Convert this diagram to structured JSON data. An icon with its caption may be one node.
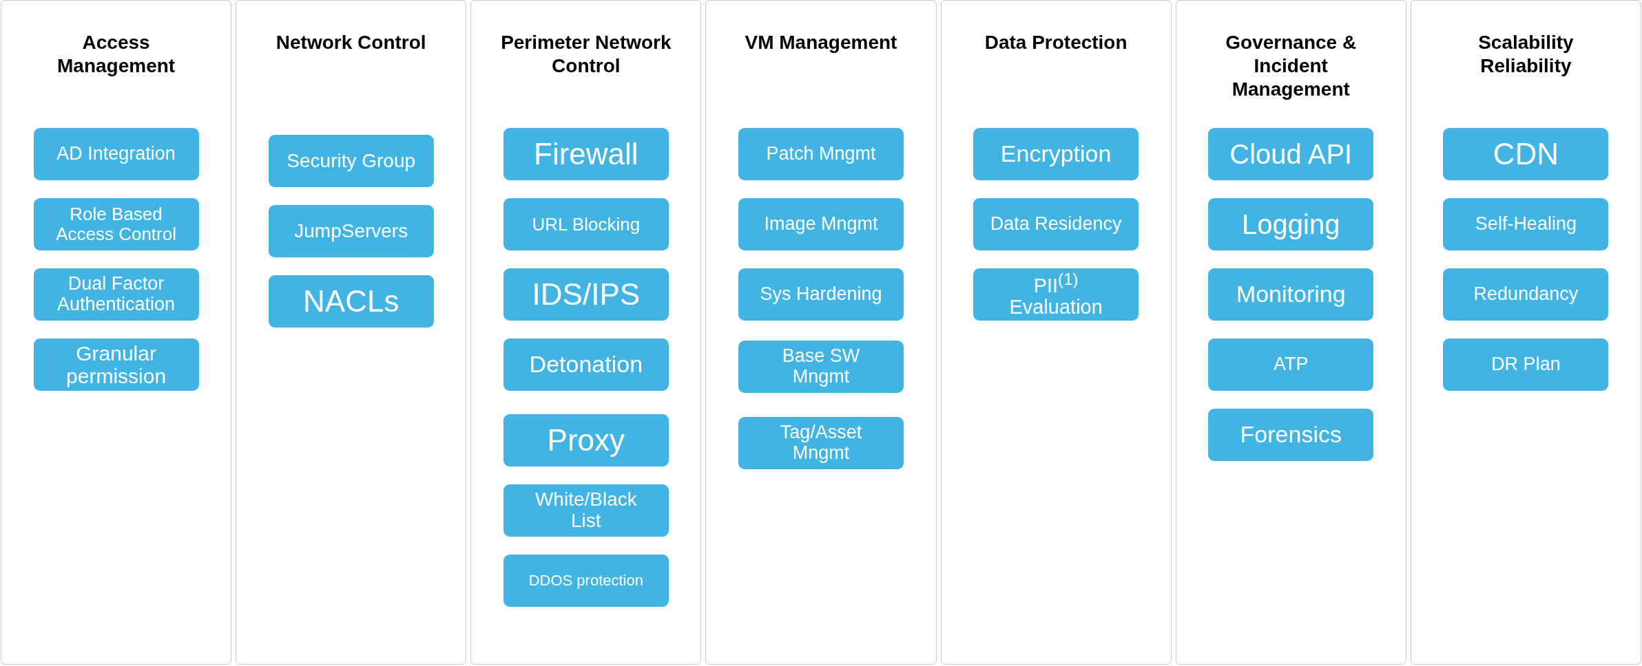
{
  "diagram": {
    "nodes": [
      {
        "text": [
          "Access Management"
        ]
      },
      {
        "text": [
          "AD Integration"
        ],
        "in": 0
      },
      {
        "text": [
          "Role Based Access Control"
        ],
        "in": 0
      },
      {
        "text": [
          "Dual Factor Authentication"
        ],
        "in": 0
      },
      {
        "text": [
          "Granular permission"
        ],
        "in": 0
      },
      {
        "text": [
          "Network Control"
        ]
      },
      {
        "text": [
          "Security Group"
        ],
        "in": 5
      },
      {
        "text": [
          "JumpServers"
        ],
        "in": 5
      },
      {
        "text": [
          "NACLs"
        ],
        "in": 5
      },
      {
        "text": [
          "Perimeter Network Control"
        ]
      },
      {
        "text": [
          "Firewall"
        ],
        "in": 9
      },
      {
        "text": [
          "URL Blocking"
        ],
        "in": 9
      },
      {
        "text": [
          "IDS/IPS"
        ],
        "in": 9
      },
      {
        "text": [
          "Detonation"
        ],
        "in": 9
      },
      {
        "text": [
          "Proxy"
        ],
        "in": 9
      },
      {
        "text": [
          "White/Black List"
        ],
        "in": 9
      },
      {
        "text": [
          "DDOS protection"
        ],
        "in": 9
      },
      {
        "text": [
          "VM Management"
        ]
      },
      {
        "text": [
          "Patch Mngmt"
        ],
        "in": 17
      },
      {
        "text": [
          "Image Mngmt"
        ],
        "in": 17
      },
      {
        "text": [
          "Sys Hardening"
        ],
        "in": 17
      },
      {
        "text": [
          "Base SW Mngmt"
        ],
        "in": 17
      },
      {
        "text": [
          "Tag/Asset Mngmt"
        ],
        "in": 17
      },
      {
        "text": [
          "Data Protection"
        ]
      },
      {
        "text": [
          "Encryption"
        ],
        "in": 23
      },
      {
        "text": [
          "Data Residency"
        ],
        "in": 23
      },
      {
        "text": [
          "PII$^{(1)}$ Evaluation"
        ],
        "in": 23
      },
      {
        "text": [
          "Governance & Incident Management"
        ]
      },
      {
        "text": [
          "Cloud API"
        ],
        "in": 27
      },
      {
        "text": [
          "Logging"
        ],
        "in": 27
      },
      {
        "text": [
          "Monitoring"
        ],
        "in": 27
      },
      {
        "text": [
          "ATP"
        ],
        "in": 27
      },
      {
        "text": [
          "Forensics"
        ],
        "in": 27
      },
      {
        "text": [
          "Scalability Reliability"
        ]
      },
      {
        "text": [
          "CDN"
        ],
        "in": 33
      },
      {
        "text": [
          "Self-Healing"
        ],
        "in": 33
      },
      {
        "text": [
          "Redundancy"
        ],
        "in": 33
      },
      {
        "text": [
          "DR Plan"
        ],
        "in": 33
      }
    ],
    "edges": []
  }
}
